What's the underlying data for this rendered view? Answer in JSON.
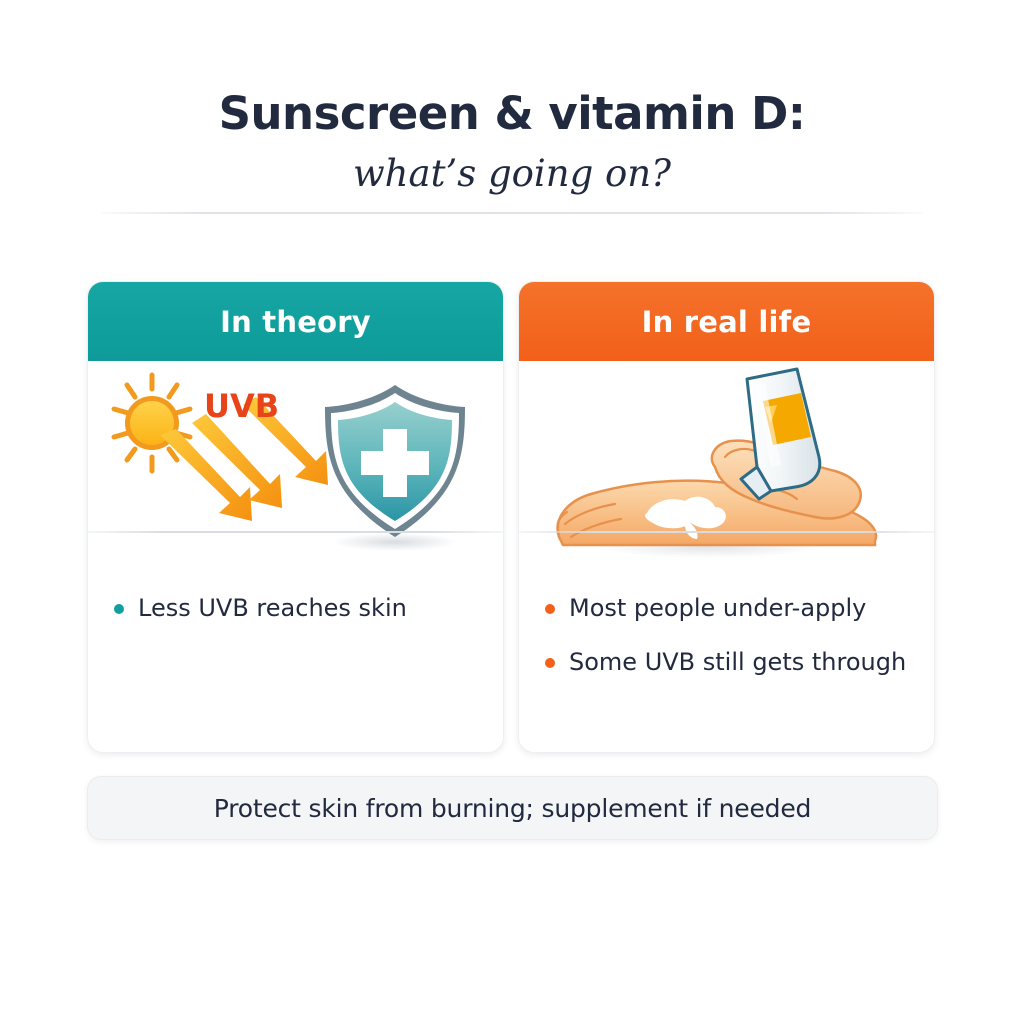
{
  "title": {
    "main": "Sunscreen & vitamin D:",
    "sub": "what’s going on?"
  },
  "colors": {
    "teal": "#0E9B99",
    "orange": "#F2601A",
    "navy": "#222A3F",
    "sun_yellow": "#FFC21F",
    "sun_ring": "#F29A1E",
    "arrow": "#F9A825",
    "uvb_label": "#E8441A",
    "shield_top": "#8FCBCB",
    "shield_bottom": "#2E9DAA",
    "skin": "#F6B97A",
    "banner_bg": "#F4F5F7"
  },
  "cards": [
    {
      "header": "In theory",
      "accent": "teal",
      "illustration": {
        "name": "sun-uvb-blocked-by-shield",
        "uvb_label": "UVB",
        "ray_count": 3,
        "shield_symbol": "cross"
      },
      "bullets": [
        "Less UVB reaches skin"
      ]
    },
    {
      "header": "In real life",
      "accent": "orange",
      "illustration": {
        "name": "hands-applying-sunscreen-from-tube",
        "tube_label_color": "#F5A800"
      },
      "bullets": [
        "Most people under-apply",
        "Some UVB still gets through"
      ]
    }
  ],
  "footer": {
    "text": "Protect skin from burning; supplement if needed"
  }
}
